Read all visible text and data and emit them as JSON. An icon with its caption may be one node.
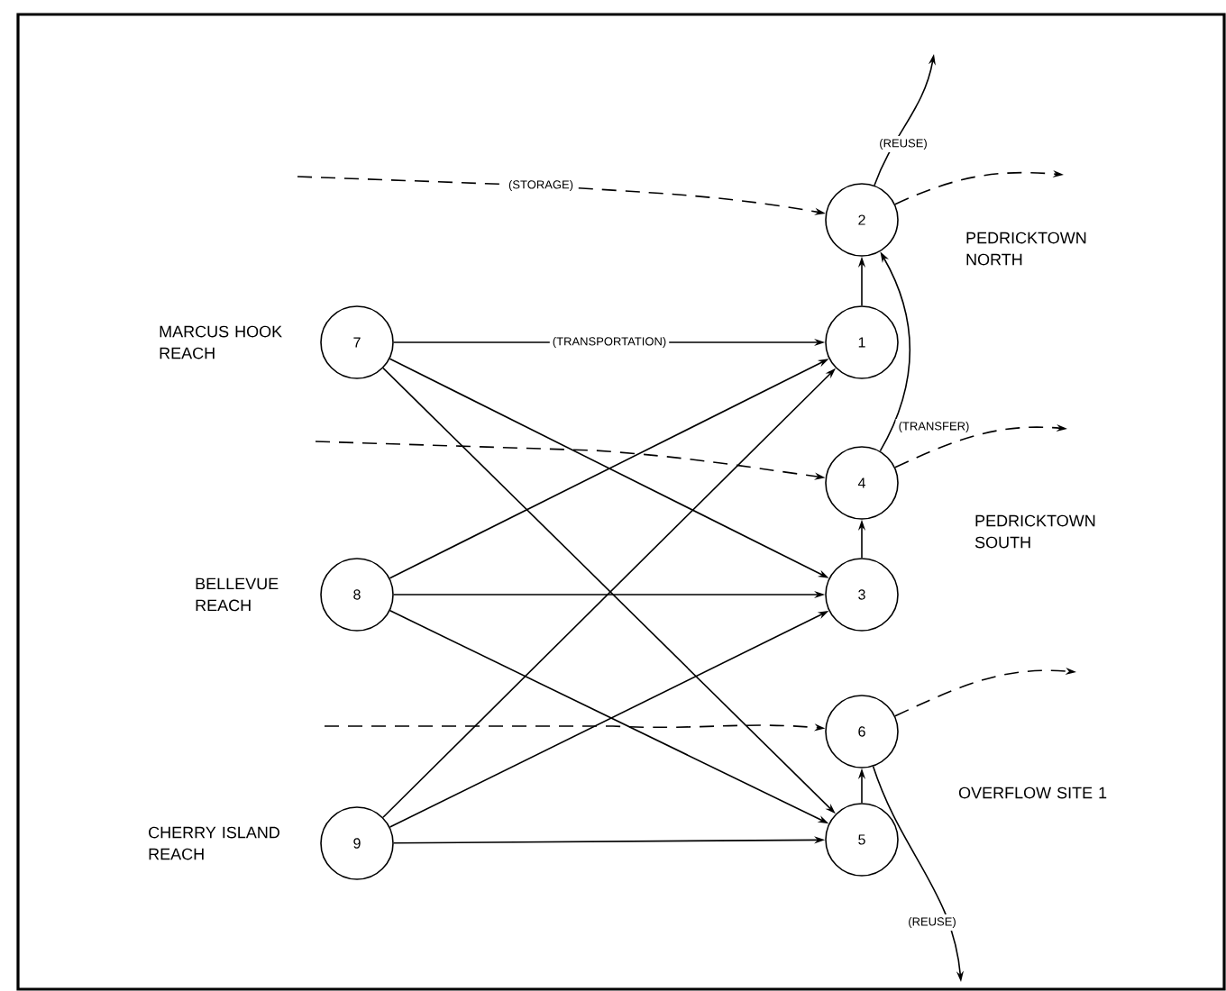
{
  "diagram": {
    "nodes": [
      {
        "text": [
          "7"
        ],
        "beside": [
          "MARCUS HOOK REACH"
        ]
      },
      {
        "text": [
          "8"
        ],
        "beside": [
          "BELLEVUE REACH"
        ]
      },
      {
        "text": [
          "9"
        ],
        "beside": [
          "CHERRY ISLAND REACH"
        ]
      },
      {
        "text": [
          "2"
        ]
      },
      {
        "text": [
          "1"
        ]
      },
      {
        "text": [
          "4"
        ]
      },
      {
        "text": [
          "3"
        ]
      },
      {
        "text": [
          "6"
        ]
      },
      {
        "text": [
          "5"
        ]
      }
    ],
    "edges": [
      {
        "from": 0,
        "to": 4,
        "arrow": "to",
        "label": "(TRANSPORTATION)"
      },
      {
        "from": 0,
        "to": 6,
        "arrow": "to"
      },
      {
        "from": 0,
        "to": 8,
        "arrow": "to"
      },
      {
        "from": 1,
        "to": 4,
        "arrow": "to"
      },
      {
        "from": 1,
        "to": 6,
        "arrow": "to"
      },
      {
        "from": 1,
        "to": 8,
        "arrow": "to"
      },
      {
        "from": 2,
        "to": 4,
        "arrow": "to"
      },
      {
        "from": 2,
        "to": 6,
        "arrow": "to"
      },
      {
        "from": 2,
        "to": 8,
        "arrow": "to"
      },
      {
        "from": 4,
        "to": 3,
        "arrow": "to"
      },
      {
        "from": 6,
        "to": 5,
        "arrow": "to"
      },
      {
        "from": 8,
        "to": 7,
        "arrow": "to"
      },
      {
        "from": 5,
        "to": 3,
        "arrow": "to",
        "label": "(TRANSFER)"
      },
      {
        "from": null,
        "to": 3,
        "arrow": "to",
        "style": "dashed",
        "label": "(STORAGE)"
      },
      {
        "from": null,
        "to": 5,
        "arrow": "to",
        "style": "dashed"
      },
      {
        "from": null,
        "to": 7,
        "arrow": "to",
        "style": "dashed"
      },
      {
        "from": 3,
        "to": null,
        "arrow": "to",
        "label": "(REUSE)"
      },
      {
        "from": 3,
        "to": null,
        "arrow": "to",
        "style": "dashed"
      },
      {
        "from": 5,
        "to": null,
        "arrow": "to",
        "style": "dashed"
      },
      {
        "from": 7,
        "to": null,
        "arrow": "to",
        "style": "dashed"
      },
      {
        "from": 7,
        "to": null,
        "arrow": "to",
        "label": "(REUSE)"
      }
    ],
    "labels": [
      "PEDRICKTOWN NORTH",
      "PEDRICKTOWN SOUTH",
      "OVERFLOW SITE 1"
    ]
  }
}
